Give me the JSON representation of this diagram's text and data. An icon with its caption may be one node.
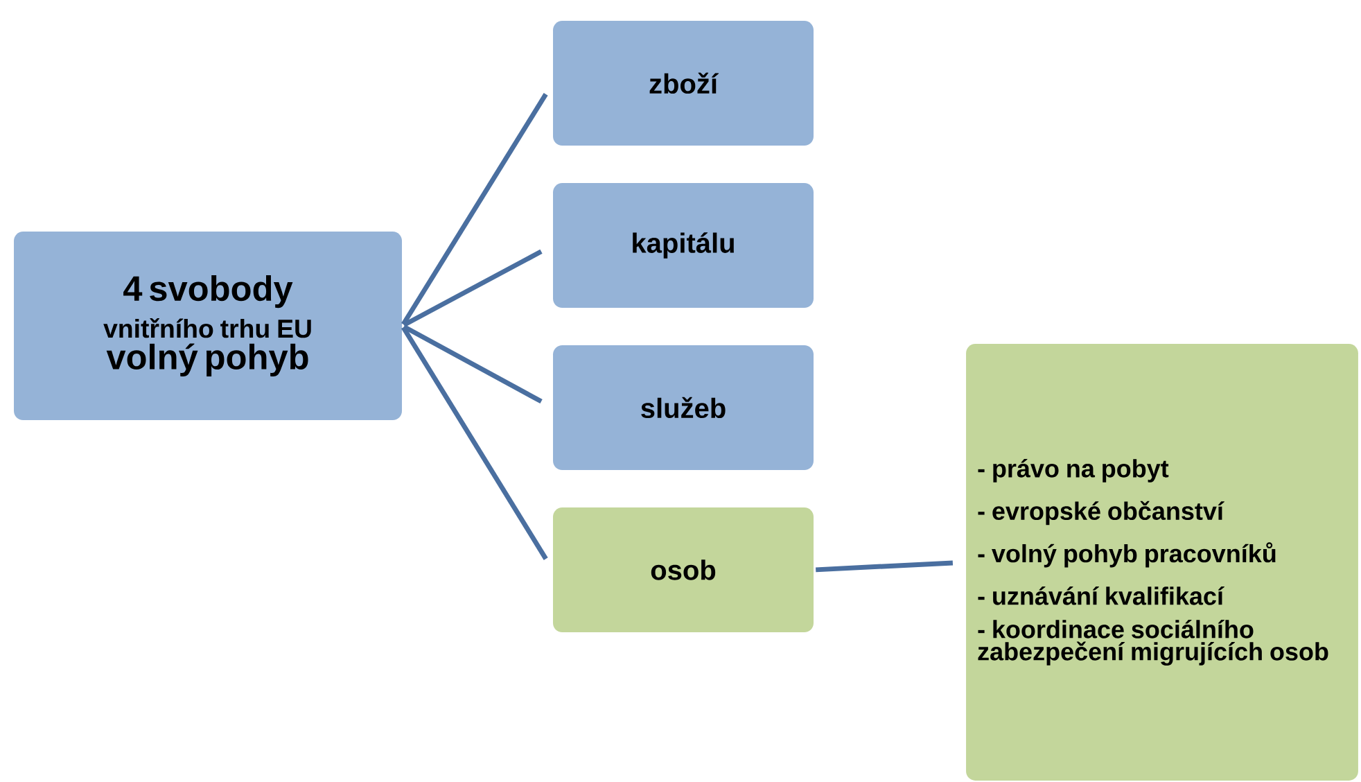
{
  "diagram": {
    "nodes": [
      {
        "text": [
          "4 svobody",
          "vnitřního trhu EU",
          "volný pohyb"
        ]
      },
      {
        "text": [
          "zboží"
        ]
      },
      {
        "text": [
          "kapitálu"
        ]
      },
      {
        "text": [
          "služeb"
        ]
      },
      {
        "text": [
          "osob"
        ]
      },
      {
        "text": [
          "- právo na pobyt",
          "- evropské občanství",
          "- volný pohyb pracovníků",
          "- uznávání kvalifikací",
          "- koordinace sociálního zabezpečení migrujících osob"
        ]
      }
    ],
    "edges": [
      {
        "from": 0,
        "to": 1,
        "arrow": "none"
      },
      {
        "from": 0,
        "to": 2,
        "arrow": "none"
      },
      {
        "from": 0,
        "to": 3,
        "arrow": "none"
      },
      {
        "from": 0,
        "to": 4,
        "arrow": "none"
      },
      {
        "from": 4,
        "to": 5,
        "arrow": "none"
      }
    ]
  }
}
